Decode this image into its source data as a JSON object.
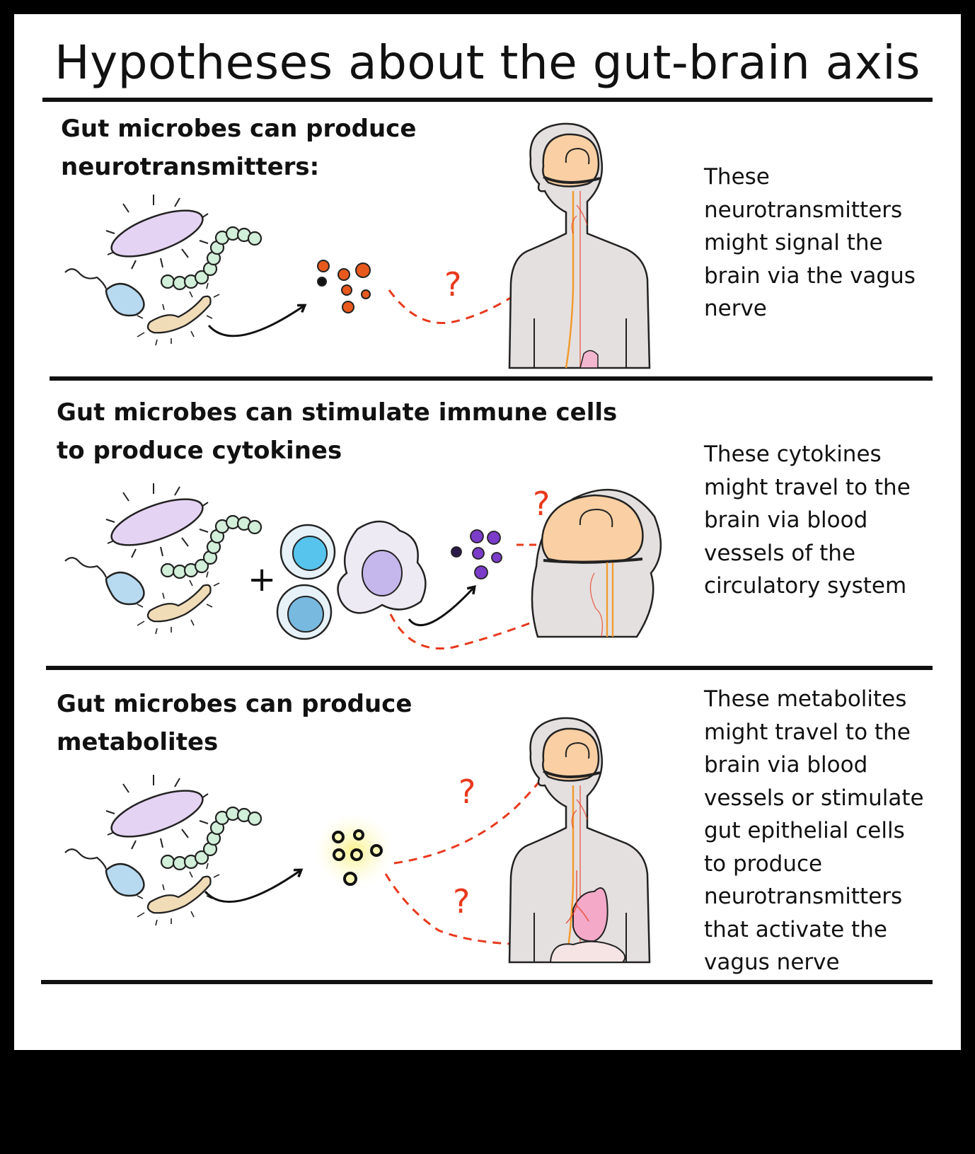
{
  "title": "Hypotheses about the gut-brain axis",
  "colors": {
    "arrow_red": "#e8391d",
    "brain": "#f9cfa3",
    "body": "#e5e0e0",
    "nerve": "#f29a2e",
    "microbe_purple": "#e5d3f3",
    "microbe_green": "#d2efd9",
    "microbe_blue": "#b8daf0",
    "microbe_tan": "#f1dcb8",
    "neurotransmitter": "#e8591d",
    "cytokine": "#7b3cc9",
    "metabolite": "#f4ea63"
  },
  "sections": [
    {
      "heading": "Gut microbes can produce\nneurotransmitters:",
      "description": "These\nneurotransmitters\nmight signal the\nbrain via the vagus\nnerve",
      "question_mark": "?"
    },
    {
      "heading": "Gut microbes can stimulate immune cells\nto produce cytokines",
      "description": "These cytokines\nmight travel to the\nbrain via blood\nvessels of the\ncirculatory system",
      "question_mark": "?",
      "plus_sign": "+"
    },
    {
      "heading": "Gut microbes can produce\nmetabolites",
      "description": "These metabolites\nmight travel to the\nbrain via blood\nvessels or stimulate\ngut epithelial cells\nto produce\nneurotransmitters\nthat activate the\nvagus nerve",
      "question_mark_1": "?",
      "question_mark_2": "?"
    }
  ]
}
